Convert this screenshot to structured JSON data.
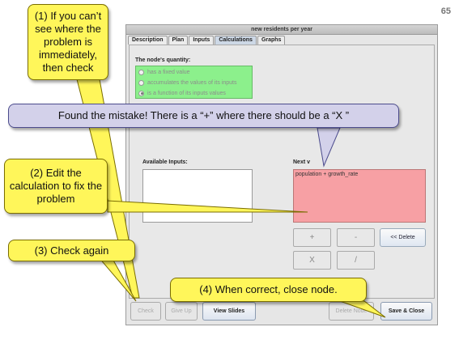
{
  "page_number": "65",
  "window": {
    "title": "new residents per year"
  },
  "tabs": [
    "Description",
    "Plan",
    "Inputs",
    "Calculations",
    "Graphs"
  ],
  "active_tab": "Calculations",
  "quantity": {
    "label": "The node's quantity:",
    "options": [
      "has a fixed value",
      "accumulates the values of its inputs",
      "is a function of its inputs values"
    ],
    "selected_index": 2
  },
  "available_inputs_label": "Available Inputs:",
  "next_value_label": "Next v",
  "calculation_text": "population + growth_rate",
  "operators": {
    "plus": "+",
    "minus": "-",
    "times": "X",
    "divide": "/"
  },
  "delete_label": "<< Delete",
  "buttons": {
    "check": "Check",
    "give_up": "Give Up",
    "view_slides": "View Slides",
    "delete_node": "Delete Node",
    "save_close": "Save & Close"
  },
  "callouts": {
    "c1": "(1) If you can’t see where the problem is immediately, then check",
    "mistake": "Found the mistake!  There is a “+” where there should be a “X ”",
    "c2": "(2) Edit the calculation to fix the problem",
    "c3": "(3) Check again",
    "c4": "(4) When correct, close node."
  },
  "colors": {
    "callout_yellow": "#fff65a",
    "callout_lavender": "#d3d1ea",
    "quantity_green": "#8cf08c",
    "calc_red": "#f7a0a4"
  }
}
